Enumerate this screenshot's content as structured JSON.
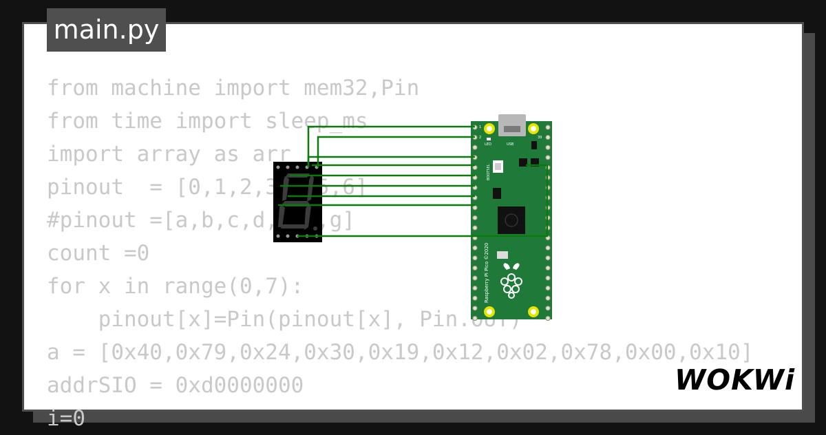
{
  "tab": {
    "filename": "main.py"
  },
  "code": {
    "lines": [
      "from machine import mem32,Pin",
      "from time import sleep_ms",
      "import array as arr",
      "pinout  = [0,1,2,3,4,5,6]",
      "#pinout =[a,b,c,d,e,f,g]",
      "count =0",
      "for x in range(0,7):",
      "    pinout[x]=Pin(pinout[x], Pin.OUT)",
      "a = [0x40,0x79,0x24,0x30,0x19,0x12,0x02,0x78,0x00,0x10]",
      "addrSIO = 0xd0000000",
      "i=0"
    ]
  },
  "board": {
    "led_label": "LED",
    "usb_label": "USB",
    "pin1_label": "1",
    "pin2_label": "2",
    "pin39_label": "39",
    "bootsel_label": "BOOTSEL",
    "brand_text": "Raspberry Pi Pico ©2020"
  },
  "brand": {
    "logo_text": "WOKWi"
  },
  "colors": {
    "background": "#121212",
    "card": "#ffffff",
    "tab": "#4f4f4f",
    "code_text": "#c9c9c9",
    "wire": "#0a7a0a",
    "board_green": "#1f7a3a",
    "segment_off": "#3c3c3c"
  }
}
